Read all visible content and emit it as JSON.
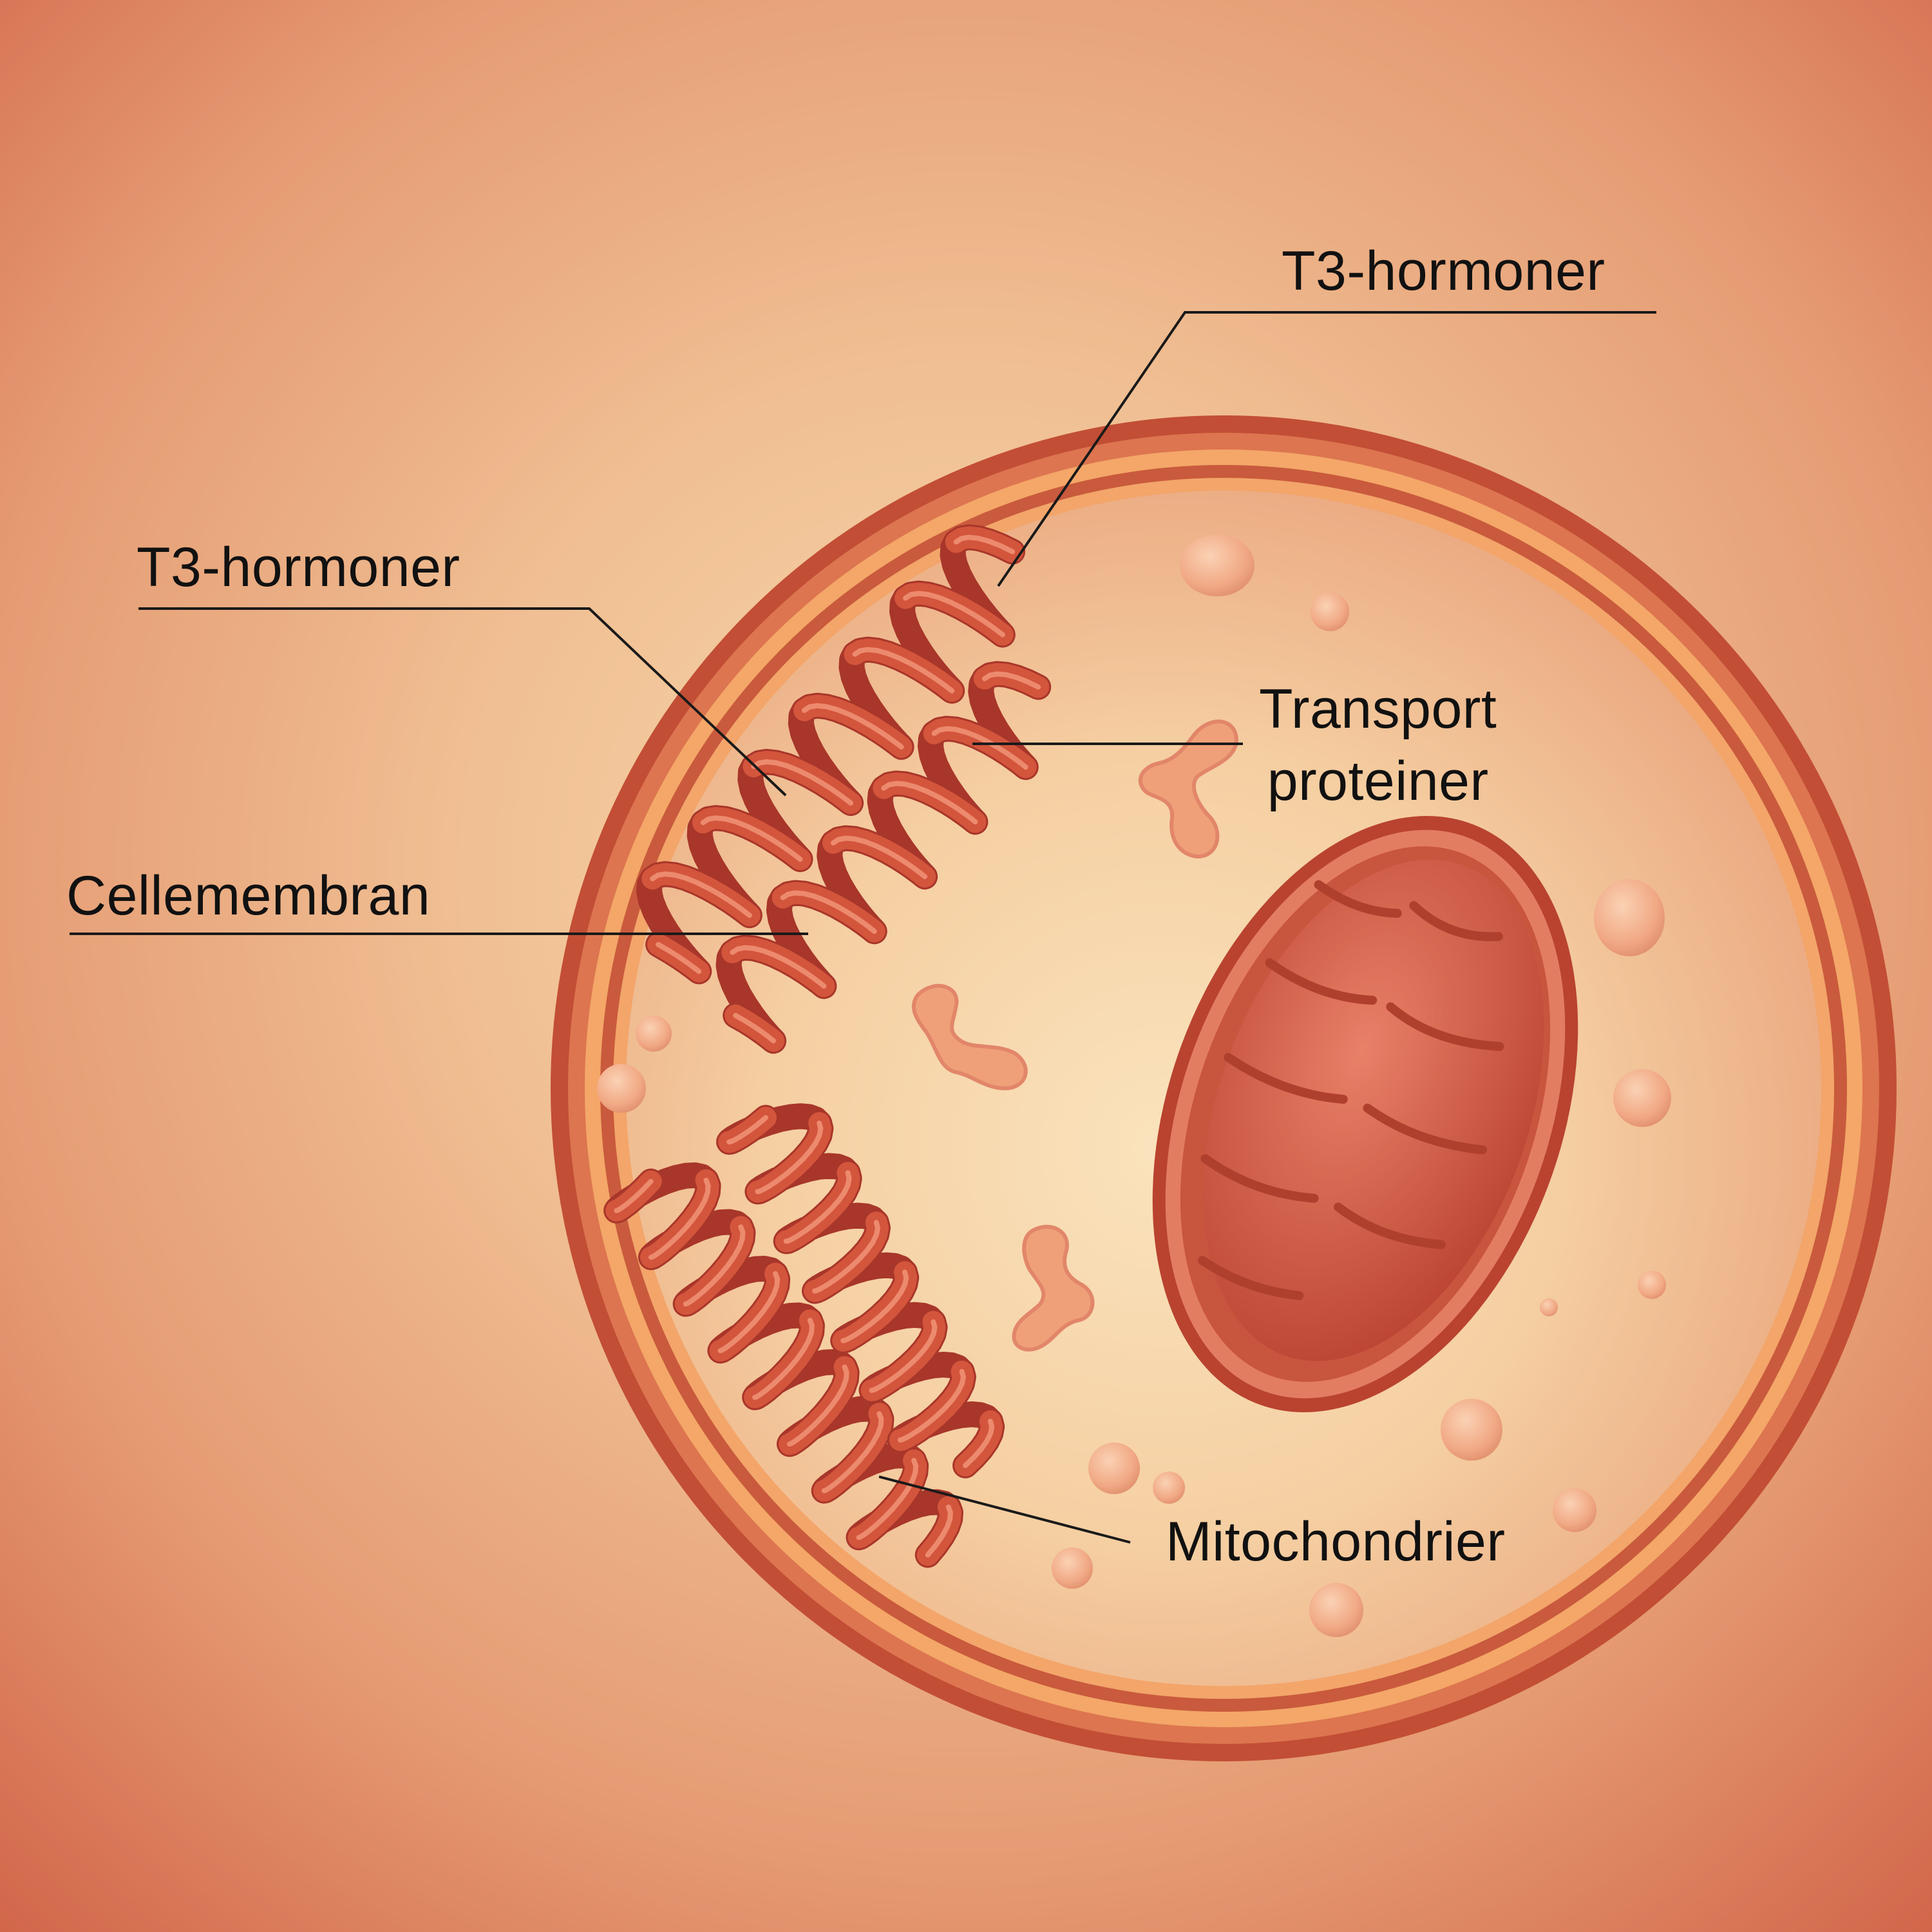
{
  "labels": {
    "t3_top": "T3-hormoner",
    "t3_left": "T3-hormoner",
    "transport": [
      "Transport",
      "proteiner"
    ],
    "membrane": "Cellemembran",
    "mitochondria": "Mitochondrier"
  },
  "colors": {
    "membrane_outer": "#c85438",
    "membrane_band": "#f2a264",
    "cytoplasm_center": "#f8ddb1",
    "cytoplasm_edge": "#eeb488",
    "helix": "#d3553c",
    "helix_dark": "#a8362a",
    "protein": "#efa078",
    "organelle": "#cf6248",
    "vesicle": "#f4b08c",
    "leader": "#1a1a1a"
  }
}
